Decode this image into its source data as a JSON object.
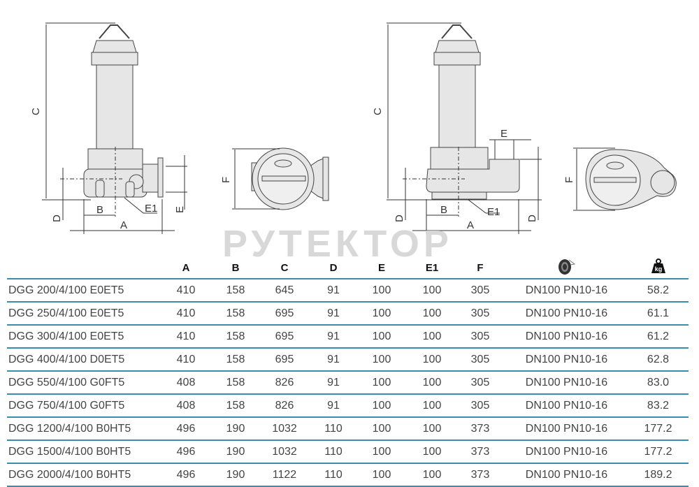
{
  "watermark": "РУТЕКТОР",
  "drawing_left": {
    "labels": {
      "C": "C",
      "D": "D",
      "B": "B",
      "A": "A",
      "E1": "E1",
      "E": "E"
    }
  },
  "plan_left": {
    "labels": {
      "F": "F"
    }
  },
  "drawing_right": {
    "labels": {
      "C": "C",
      "D": "D",
      "B": "B",
      "A": "A",
      "E1": "E1",
      "E": "E",
      "D2": "D"
    }
  },
  "plan_right": {
    "labels": {
      "F": "F"
    }
  },
  "table": {
    "headers": [
      "",
      "A",
      "B",
      "C",
      "D",
      "E",
      "E1",
      "F",
      "flange-icon",
      "weight-kg-icon"
    ],
    "rows": [
      {
        "model": "DGG 200/4/100 E0ET5",
        "A": "410",
        "B": "158",
        "C": "645",
        "D": "91",
        "E": "100",
        "E1": "100",
        "F": "305",
        "flange": "DN100 PN10-16",
        "weight": "58.2"
      },
      {
        "model": "DGG 250/4/100 E0ET5",
        "A": "410",
        "B": "158",
        "C": "695",
        "D": "91",
        "E": "100",
        "E1": "100",
        "F": "305",
        "flange": "DN100 PN10-16",
        "weight": "61.1"
      },
      {
        "model": "DGG 300/4/100 E0ET5",
        "A": "410",
        "B": "158",
        "C": "695",
        "D": "91",
        "E": "100",
        "E1": "100",
        "F": "305",
        "flange": "DN100 PN10-16",
        "weight": "61.2"
      },
      {
        "model": "DGG 400/4/100 D0ET5",
        "A": "410",
        "B": "158",
        "C": "695",
        "D": "91",
        "E": "100",
        "E1": "100",
        "F": "305",
        "flange": "DN100 PN10-16",
        "weight": "62.8"
      },
      {
        "model": "DGG 550/4/100 G0FT5",
        "A": "408",
        "B": "158",
        "C": "826",
        "D": "91",
        "E": "100",
        "E1": "100",
        "F": "305",
        "flange": "DN100 PN10-16",
        "weight": "83.0"
      },
      {
        "model": "DGG 750/4/100 G0FT5",
        "A": "408",
        "B": "158",
        "C": "826",
        "D": "91",
        "E": "100",
        "E1": "100",
        "F": "305",
        "flange": "DN100 PN10-16",
        "weight": "83.2"
      },
      {
        "model": "DGG 1200/4/100 B0HT5",
        "A": "496",
        "B": "190",
        "C": "1032",
        "D": "110",
        "E": "100",
        "E1": "100",
        "F": "373",
        "flange": "DN100 PN10-16",
        "weight": "177.2"
      },
      {
        "model": "DGG 1500/4/100 B0HT5",
        "A": "496",
        "B": "190",
        "C": "1032",
        "D": "110",
        "E": "100",
        "E1": "100",
        "F": "373",
        "flange": "DN100 PN10-16",
        "weight": "177.2"
      },
      {
        "model": "DGG 2000/4/100 B0HT5",
        "A": "496",
        "B": "190",
        "C": "1122",
        "D": "110",
        "E": "100",
        "E1": "100",
        "F": "373",
        "flange": "DN100 PN10-16",
        "weight": "189.2"
      }
    ]
  },
  "colors": {
    "rule": "#3a8bb0",
    "body": "#e6e6e6",
    "line": "#333333"
  }
}
